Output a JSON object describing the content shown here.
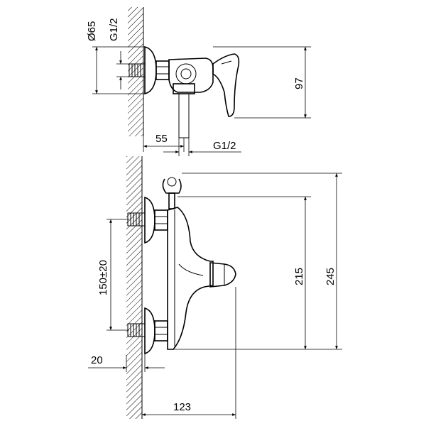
{
  "top_view": {
    "dims": {
      "diameter": "Ø65",
      "thread_top": "G1/2",
      "offset": "55",
      "thread_bottom": "G1/2",
      "height": "97"
    }
  },
  "front_view": {
    "dims": {
      "spacing": "150±20",
      "projection": "20",
      "height_mixer": "215",
      "height_total": "245",
      "depth": "123"
    }
  }
}
